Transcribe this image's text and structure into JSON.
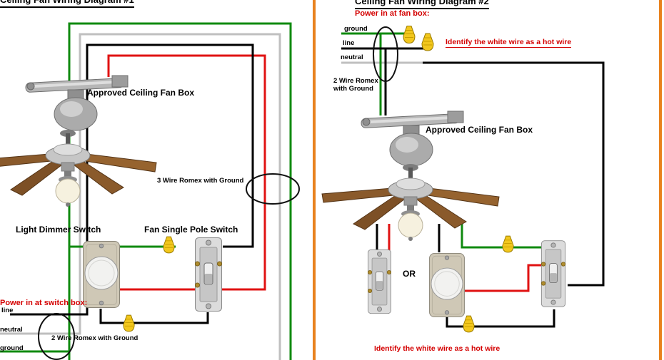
{
  "left": {
    "title": "Ceiling Fan Wiring Diagram #1",
    "fan_box": "Approved Ceiling Fan Box",
    "romex3": "3 Wire Romex with Ground",
    "dimmer": "Light Dimmer Switch",
    "pole_switch": "Fan Single Pole Switch",
    "power": "Power in at switch box:",
    "line": "line",
    "neutral": "neutral",
    "ground": "ground",
    "romex2": "2 Wire Romex with Ground"
  },
  "right": {
    "title": "Ceiling Fan Wiring Diagram #2",
    "power": "Power in at fan box:",
    "ground": "ground",
    "line": "line",
    "neutral": "neutral",
    "identify_top": "Identify the white wire as a hot wire",
    "romex2": "2 Wire Romex with Ground",
    "fan_box": "Approved Ceiling Fan Box",
    "or": "OR",
    "identify_bottom": "Identify the white wire as a hot wire"
  },
  "colors": {
    "ground_wire": "#0f8a0f",
    "line_wire": "#000000",
    "neutral_wire": "#bfbfbf",
    "hot_wire": "#e01212",
    "wire_nut": "#f2c71d",
    "panel_border": "#e8821e",
    "label_red": "#d40000"
  }
}
